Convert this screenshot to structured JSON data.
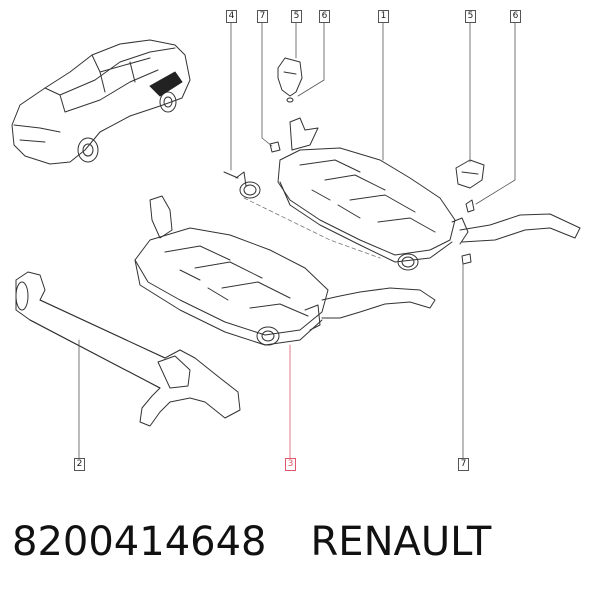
{
  "callouts": {
    "c4": "4",
    "c7a": "7",
    "c5a": "5",
    "c6a": "6",
    "c1": "1",
    "c5b": "5",
    "c6b": "6",
    "c2": "2",
    "c3": "3",
    "c7b": "7"
  },
  "caption": {
    "part_number": "8200414648",
    "brand": "RENAULT"
  },
  "colors": {
    "line": "#333333",
    "highlight": "#e0566a"
  }
}
